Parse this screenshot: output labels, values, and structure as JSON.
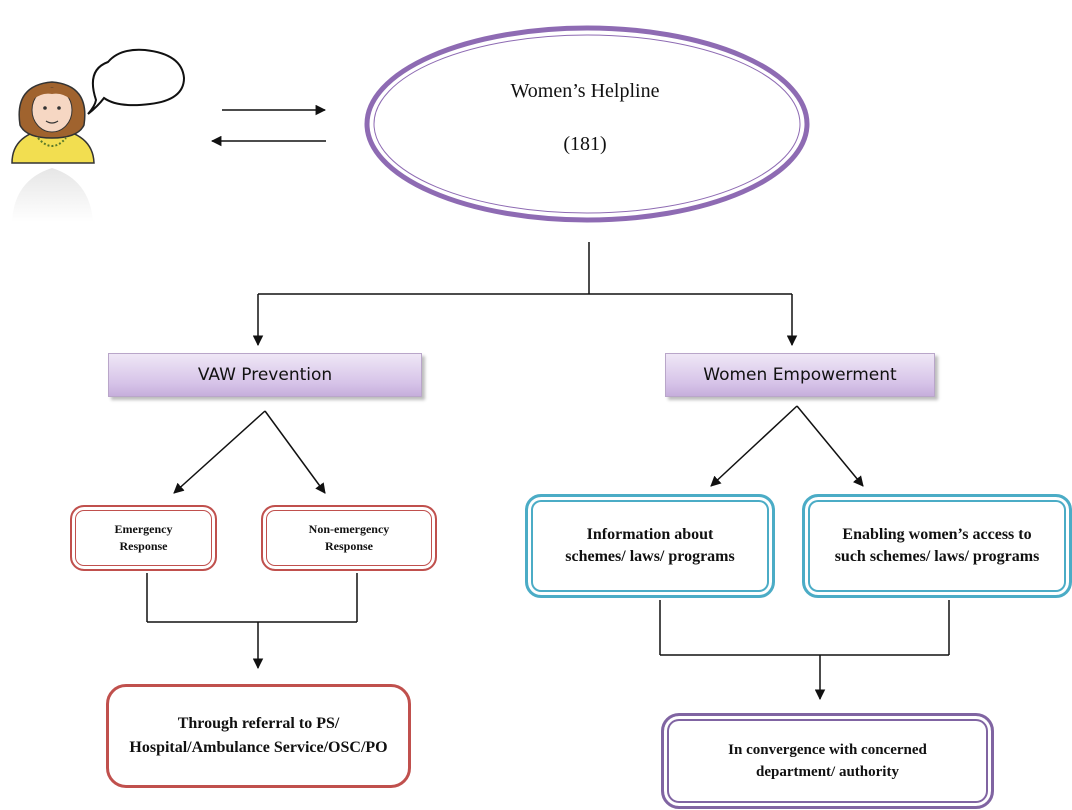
{
  "helpline": {
    "title": "Women’s Helpline",
    "number": "(181)"
  },
  "categories": {
    "vaw": "VAW Prevention",
    "empowerment": "Women Empowerment"
  },
  "vaw_nodes": {
    "emergency": "Emergency Response",
    "non_emergency": "Non-emergency Response",
    "referral": "Through referral to PS/ Hospital/Ambulance Service/OSC/PO"
  },
  "empowerment_nodes": {
    "information": "Information about schemes/ laws/ programs",
    "access": "Enabling women’s access to such schemes/ laws/ programs",
    "convergence": "In convergence with concerned department/ authority"
  },
  "colors": {
    "red_border": "#c0504d",
    "blue_border": "#4bacc6",
    "purple_border": "#8064a2",
    "ellipse_border": "#8e6bb3",
    "category_fill": "#d6c3e8",
    "person_shirt": "#f2de50",
    "person_hair": "#a0632e"
  },
  "icons": [
    "woman-avatar-icon",
    "speech-bubble-icon"
  ]
}
